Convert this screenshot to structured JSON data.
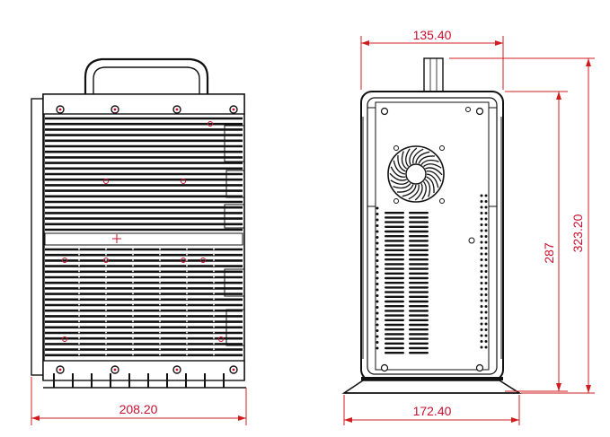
{
  "dimensions": {
    "side_width": "208.20",
    "front_top_width": "135.40",
    "front_base_width": "172.40",
    "inner_height": "287",
    "overall_height": "323.20"
  },
  "colors": {
    "dimension": "#c8102e",
    "outline": "#111111",
    "background": "#ffffff"
  }
}
